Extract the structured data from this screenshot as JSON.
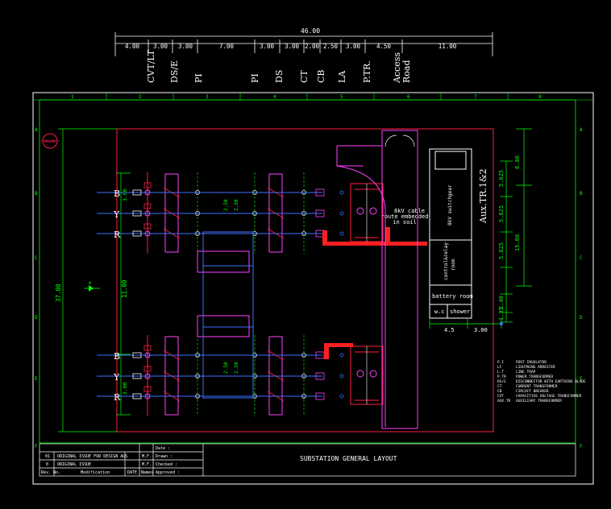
{
  "top_dimensions": {
    "total": "46.00",
    "segments": [
      "4.00",
      "3.00",
      "3.00",
      "7.00",
      "3.00",
      "3.00",
      "2.00",
      "2.50",
      "3.00",
      "4.50",
      "11.00"
    ]
  },
  "equipment_labels": [
    "CVT/LT",
    "DS/E",
    "PI",
    "PI",
    "DS",
    "CT",
    "CB",
    "LA",
    "P.TR.",
    "Access",
    "Road"
  ],
  "grid": {
    "columns": [
      "1",
      "2",
      "3",
      "4",
      "5",
      "6",
      "7",
      "8"
    ],
    "rows": [
      "A",
      "B",
      "C",
      "D",
      "E",
      "F"
    ]
  },
  "logo_text": "MAHAN",
  "left_dimensions": {
    "overall": "37.00",
    "bay": "11.00",
    "top_gap": "3.00",
    "bottom_gap": "3.00"
  },
  "marker_a": "A",
  "phase_labels_top": [
    "B",
    "Y",
    "R"
  ],
  "phase_labels_bottom": [
    "B",
    "Y",
    "R"
  ],
  "bay_spacing_label": "2.50",
  "cable_note": [
    "8kV cable",
    "route embedded",
    "in soil"
  ],
  "building": {
    "switchgear_label": "8kV switchgear",
    "aux_label": "Aux.TR.1&2",
    "control_label": [
      "control&relay",
      "room"
    ],
    "battery_label": "battery room",
    "wc_label": "w.c",
    "shower_label": "shower",
    "bottom_dims": [
      "4.5",
      "3.00"
    ]
  },
  "right_dimensions": [
    "8.00",
    "5.625",
    "5.625",
    "5.625",
    "15.00",
    "2.40",
    "1.35"
  ],
  "legend": [
    {
      "code": "P.I",
      "text": "POST INSULATOR"
    },
    {
      "code": "LF",
      "text": "LIGHTNING ARRESTER"
    },
    {
      "code": "L.T",
      "text": "LINE TRAP"
    },
    {
      "code": "P.TR",
      "text": "POWER TRANSFORMER"
    },
    {
      "code": "DS/E",
      "text": "DISCONNECTOR WITH EARTHING BLADE"
    },
    {
      "code": "CT",
      "text": "CURRENT TRANSFORMER"
    },
    {
      "code": "CB",
      "text": "CIRCUIT BREAKER"
    },
    {
      "code": "CVT",
      "text": "CAPACITIVE VOLTAGE TRANSFORMER"
    },
    {
      "code": "AUX.TR",
      "text": "AUXILIARY TRANSFORMER"
    }
  ],
  "title_block": {
    "rows": [
      {
        "rev": "01",
        "modification": "ORIGINAL ISSUE FOR DESIGN AUS"
      },
      {
        "rev": "0",
        "modification": "ORIGINAL ISSUE"
      }
    ],
    "header": {
      "rev": "Rev. No.",
      "modification": "Modification",
      "date": "DATE",
      "names": "Names"
    },
    "date_label": "Date :",
    "drawn_label": "Drawn :",
    "checked_label": "Checked :",
    "approved_label": "Approved :",
    "initials": "M.F.",
    "drawing_title": "SUBSTATION GENERAL LAYOUT"
  }
}
